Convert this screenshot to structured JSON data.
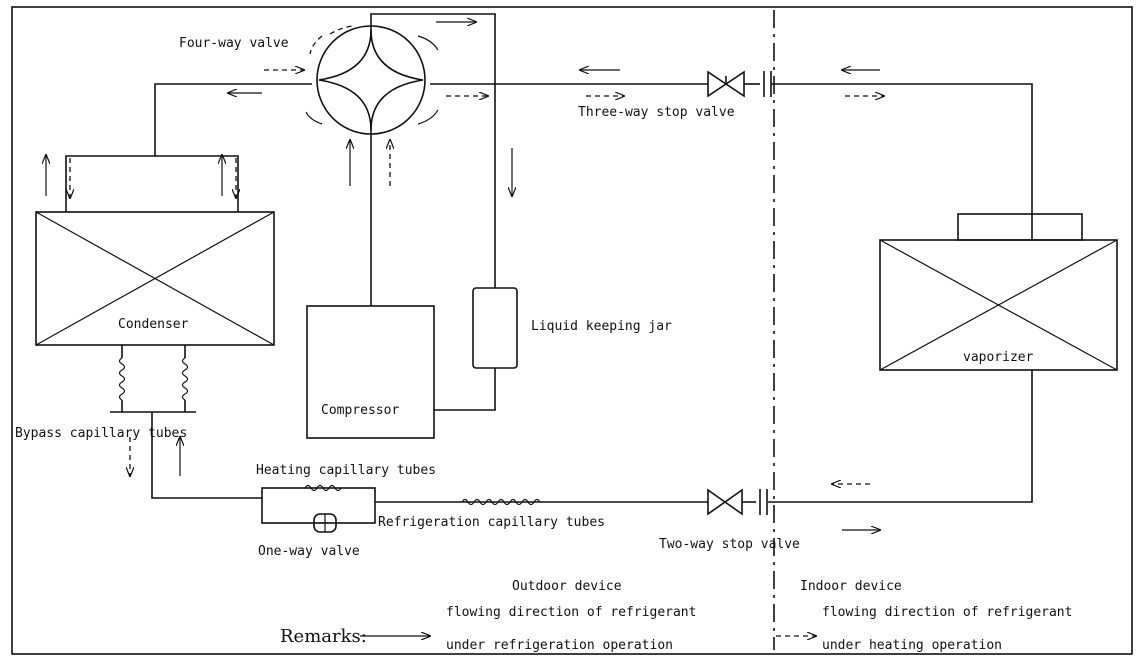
{
  "labels": {
    "four_way_valve": "Four-way valve",
    "three_way_stop_valve": "Three-way stop valve",
    "condenser": "Condenser",
    "compressor": "Compressor",
    "liquid_keeping_jar": "Liquid keeping jar",
    "vaporizer": "vaporizer",
    "bypass_capillary_tubes": "Bypass capillary tubes",
    "heating_capillary_tubes": "Heating capillary tubes",
    "refrigeration_capillary_tubes": "Refrigeration capillary tubes",
    "one_way_valve": "One-way valve",
    "two_way_stop_valve": "Two-way stop valve",
    "outdoor_device": "Outdoor device",
    "indoor_device": "Indoor device"
  },
  "remarks": {
    "title": "Remarks:",
    "refrigeration_line1": "flowing direction of refrigerant",
    "refrigeration_line2": "under refrigeration operation",
    "heating_line1": "flowing direction of refrigerant",
    "heating_line2": "under heating operation"
  }
}
